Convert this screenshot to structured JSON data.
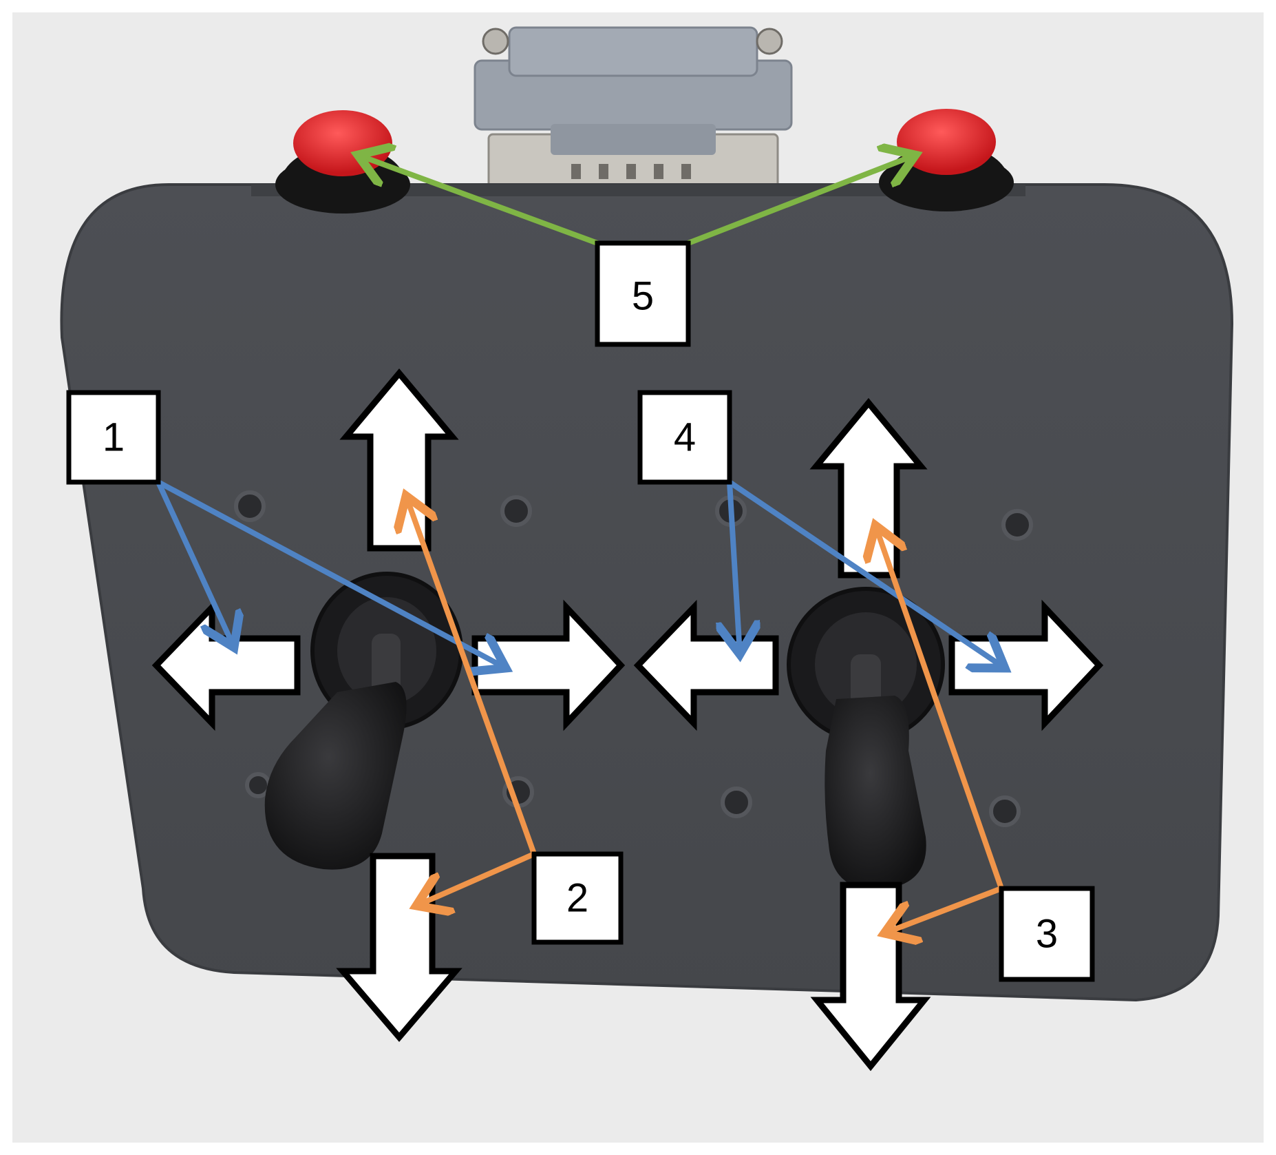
{
  "colors": {
    "background": "#ebebeb",
    "frame": "#ffffff",
    "panel": "#4a4c50",
    "panel_edge": "#3a3c40",
    "red_button": "#e01e23",
    "button_base": "#151515",
    "connector": "#9aa1ab",
    "connector_metal": "#c9c6bf",
    "joystick": "#1d1d1f",
    "screw": "#2a2b2e",
    "arrow_fill": "#ffffff",
    "arrow_stroke": "#000000",
    "leader_blue": "#4f83c4",
    "leader_orange": "#f0954a",
    "leader_green": "#7fb545",
    "label_box_fill": "#ffffff",
    "label_box_stroke": "#000000"
  },
  "icons": {
    "emergency_button": "red-dome-pushbutton",
    "joystick": "joystick-lever",
    "connector": "db-connector-plug",
    "direction_arrow": "block-arrow"
  },
  "labels": {
    "l1": "1",
    "l2": "2",
    "l3": "3",
    "l4": "4",
    "l5": "5"
  }
}
